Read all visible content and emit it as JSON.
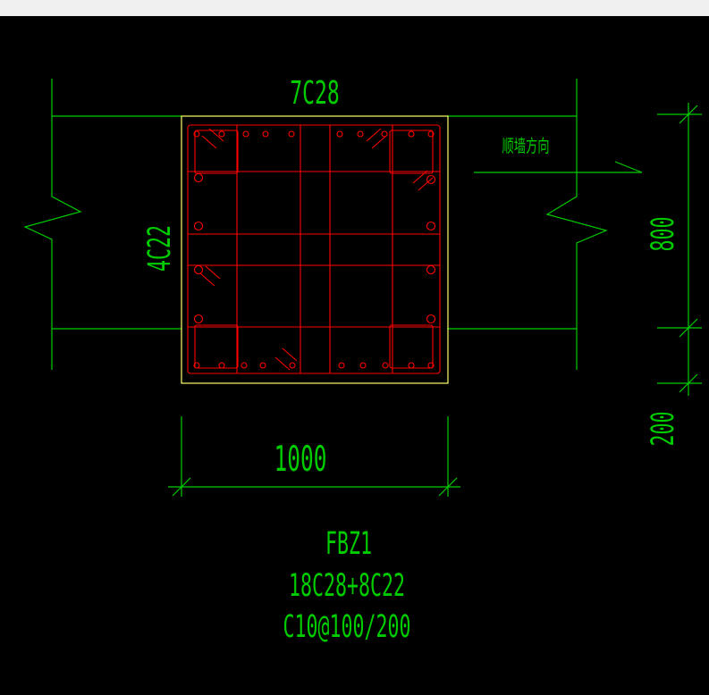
{
  "drawing": {
    "top_label": "7C28",
    "left_label": "4C22",
    "dim_width": "1000",
    "dim_800": "800",
    "dim_200": "200",
    "direction_label": "顺墙方向",
    "element_name": "FBZ1",
    "main_rebar": "18C28+8C22",
    "stirrups": "C10@100/200"
  },
  "colors": {
    "background": "#000000",
    "top_bar": "#f0f0f0",
    "wall_lines": "#00cc00",
    "text": "#00cc00",
    "concrete_outline": "#ffff66",
    "rebar": "#ff0000"
  }
}
